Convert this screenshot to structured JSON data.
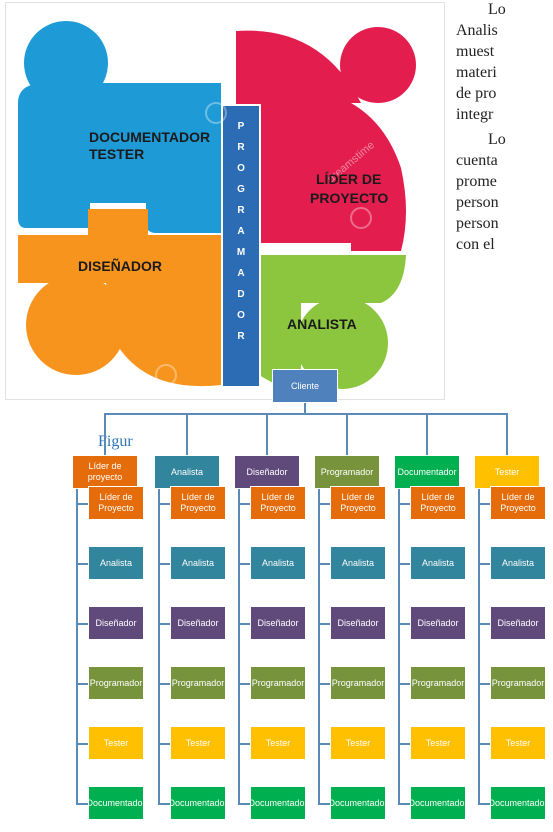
{
  "document": {
    "lines": [
      "Lo",
      "Analis",
      "muest",
      "materi",
      "de pro",
      "integr",
      "Lo",
      "cuenta",
      "prome",
      "person",
      "person",
      "con el"
    ],
    "caption": "Figur"
  },
  "puzzle": {
    "labels": {
      "documentador": "DOCUMENTADOR",
      "tester": "TESTER",
      "lider_line1": "LÍDER DE",
      "lider_line2": "PROYECTO",
      "disenador": "DISEÑADOR",
      "analista": "ANALISTA",
      "programador_letters": [
        "P",
        "R",
        "O",
        "G",
        "R",
        "A",
        "M",
        "A",
        "D",
        "O",
        "R"
      ]
    },
    "watermark": "dreamstime",
    "colors": {
      "documentador": "#1E9BD7",
      "lider": "#E31E4F",
      "disenador": "#F7941D",
      "analista": "#8CC63F",
      "programador": "#2B6CB5"
    }
  },
  "org_chart": {
    "root": "Cliente",
    "columns": [
      {
        "header": "Líder de proyecto",
        "color": "#E46C0A"
      },
      {
        "header": "Analista",
        "color": "#31859C"
      },
      {
        "header": "Diseñador",
        "color": "#604A7B"
      },
      {
        "header": "Programador",
        "color": "#77933C"
      },
      {
        "header": "Documentador",
        "color": "#00B050"
      },
      {
        "header": "Tester",
        "color": "#FFC000"
      }
    ],
    "rows": [
      {
        "label": "Líder de Proyecto",
        "color": "#E46C0A"
      },
      {
        "label": "Analista",
        "color": "#31859C"
      },
      {
        "label": "Diseñador",
        "color": "#604A7B"
      },
      {
        "label": "Programador",
        "color": "#77933C"
      },
      {
        "label": "Tester",
        "color": "#FFC000"
      },
      {
        "label": "Documentador",
        "color": "#00B050"
      }
    ],
    "root_color": "#4F81BD"
  }
}
